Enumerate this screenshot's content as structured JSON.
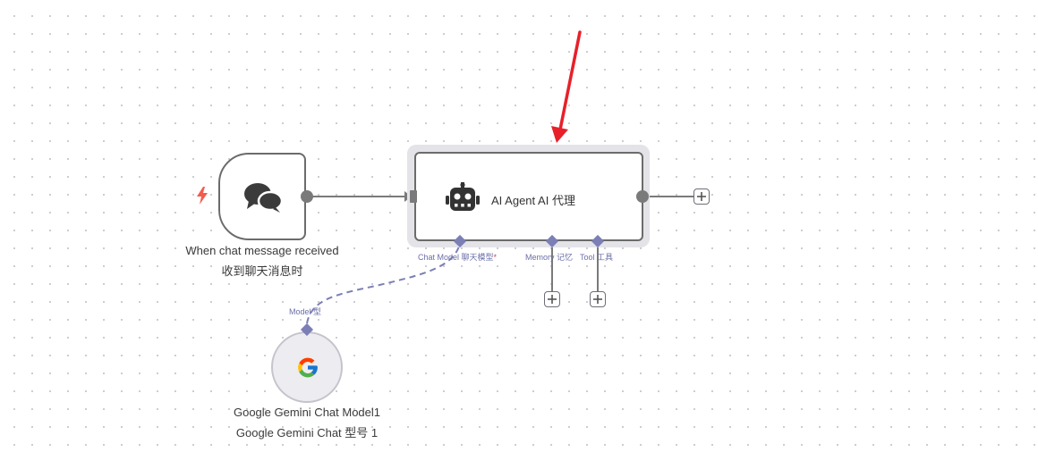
{
  "trigger": {
    "label_en": "When chat message received",
    "label_zh": "收到聊天消息时",
    "icon": "chat-bubbles-icon",
    "badge_icon": "lightning-bolt-icon",
    "badge_color": "#f25c4d"
  },
  "agent": {
    "title": "AI Agent  AI 代理",
    "icon": "robot-icon",
    "ports": {
      "chat_model": "Chat Model  聊天模型",
      "chat_model_required": "*",
      "memory": "Memory  记忆",
      "tool": "Tool  工具"
    }
  },
  "model": {
    "port_label": "Model  型",
    "label_en": "Google Gemini Chat Model1",
    "label_zh": "Google Gemini Chat 型号 1",
    "icon": "google-g-icon"
  },
  "annotation": {
    "arrow_color": "#e8202a"
  },
  "colors": {
    "accent": "#7b7fb6",
    "node_border": "#6b6b6b",
    "connector": "#7a7a7a"
  }
}
